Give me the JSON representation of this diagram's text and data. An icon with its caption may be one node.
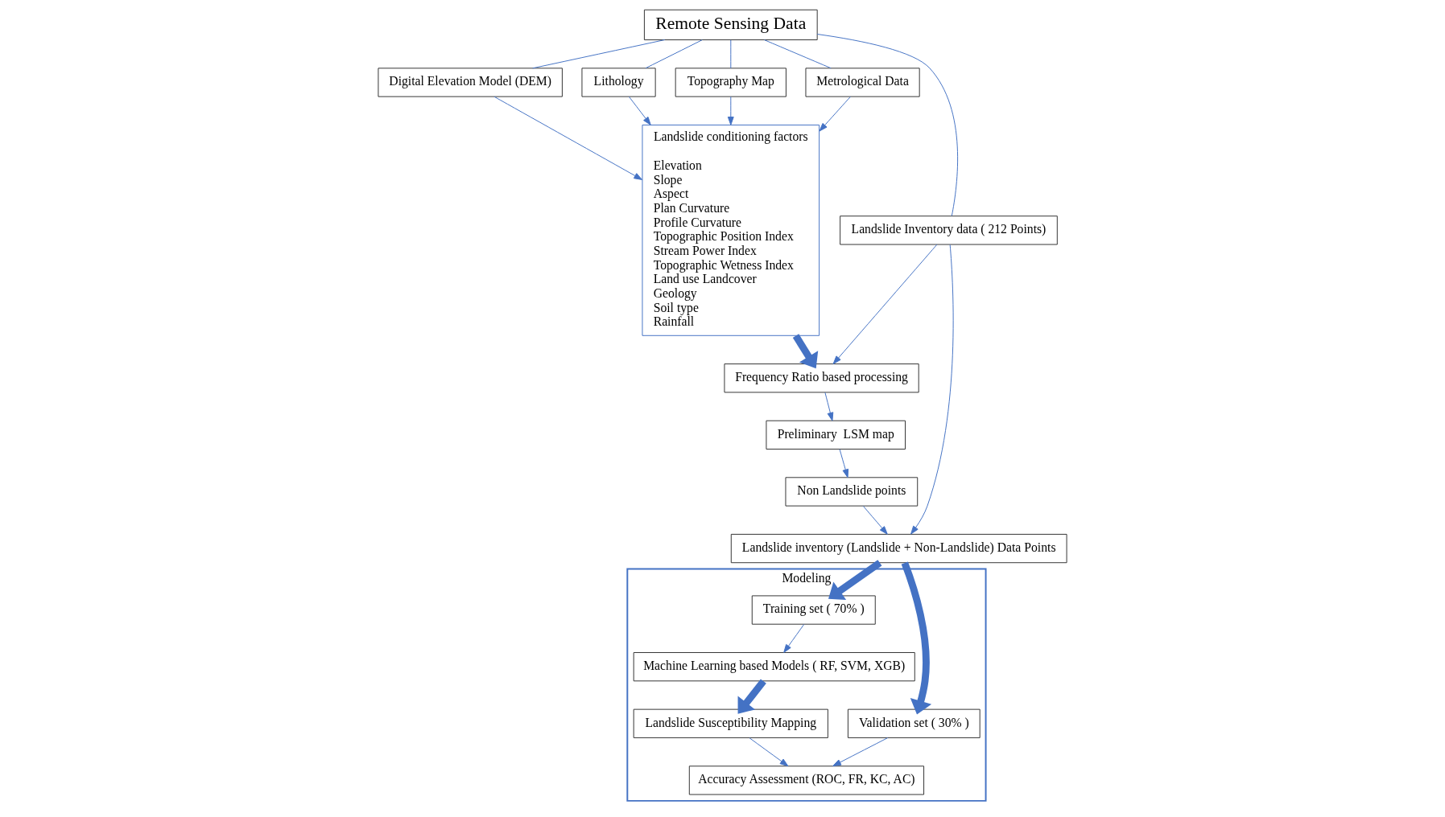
{
  "diagram": {
    "nodes": [
      {
        "text": [
          "Remote Sensing Data"
        ]
      },
      {
        "text": [
          "Digital Elevation Model (DEM)"
        ]
      },
      {
        "text": [
          "Lithology"
        ]
      },
      {
        "text": [
          "Topography Map"
        ]
      },
      {
        "text": [
          "Metrological Data"
        ]
      },
      {
        "text": [
          "Landslide Inventory data ( 212 Points)"
        ]
      },
      {
        "text": [
          "Landslide conditioning factors",
          "Elevation",
          "Slope",
          "Aspect",
          "Plan Curvature",
          "Profile Curvature",
          "Topographic Position Index",
          "Stream Power Index",
          "Topographic Wetness Index",
          "Land use Landcover",
          "Geology",
          "Soil type",
          "Rainfall"
        ]
      },
      {
        "text": [
          "Frequency Ratio based processing"
        ]
      },
      {
        "text": [
          "Preliminary  LSM map"
        ]
      },
      {
        "text": [
          "Non Landslide points"
        ]
      },
      {
        "text": [
          "Landslide inventory (Landslide + Non-Landslide) Data Points"
        ]
      },
      {
        "text": [
          "Modeling"
        ]
      },
      {
        "text": [
          "Training set ( 70% )"
        ],
        "in": 11
      },
      {
        "text": [
          "Validation set ( 30% )"
        ],
        "in": 11
      },
      {
        "text": [
          "Machine Learning based Models ( RF, SVM, XGB)"
        ],
        "in": 11
      },
      {
        "text": [
          "Landslide Susceptibility Mapping"
        ],
        "in": 11
      },
      {
        "text": [
          "Accuracy Assessment (ROC, FR, KC, AC)"
        ],
        "in": 11
      }
    ],
    "edges": [
      {
        "from": 0,
        "to": 1,
        "arrow": "none"
      },
      {
        "from": 0,
        "to": 2,
        "arrow": "none"
      },
      {
        "from": 0,
        "to": 3,
        "arrow": "none"
      },
      {
        "from": 0,
        "to": 4,
        "arrow": "none"
      },
      {
        "from": 0,
        "to": 5,
        "arrow": "none"
      },
      {
        "from": 1,
        "to": 6,
        "arrow": "to"
      },
      {
        "from": 2,
        "to": 6,
        "arrow": "to"
      },
      {
        "from": 3,
        "to": 6,
        "arrow": "to"
      },
      {
        "from": 4,
        "to": 6,
        "arrow": "to"
      },
      {
        "from": 5,
        "to": 7,
        "arrow": "to"
      },
      {
        "from": 6,
        "to": 7,
        "arrow": "to",
        "style": "thick"
      },
      {
        "from": 7,
        "to": 8,
        "arrow": "to"
      },
      {
        "from": 8,
        "to": 9,
        "arrow": "to"
      },
      {
        "from": 9,
        "to": 10,
        "arrow": "to"
      },
      {
        "from": 5,
        "to": 10,
        "arrow": "to"
      },
      {
        "from": 10,
        "to": 12,
        "arrow": "to",
        "style": "thick"
      },
      {
        "from": 10,
        "to": 13,
        "arrow": "to",
        "style": "thick"
      },
      {
        "from": 12,
        "to": 14,
        "arrow": "to"
      },
      {
        "from": 14,
        "to": 15,
        "arrow": "to",
        "style": "thick"
      },
      {
        "from": 13,
        "to": 16,
        "arrow": "to"
      },
      {
        "from": 15,
        "to": 16,
        "arrow": "to"
      }
    ]
  }
}
